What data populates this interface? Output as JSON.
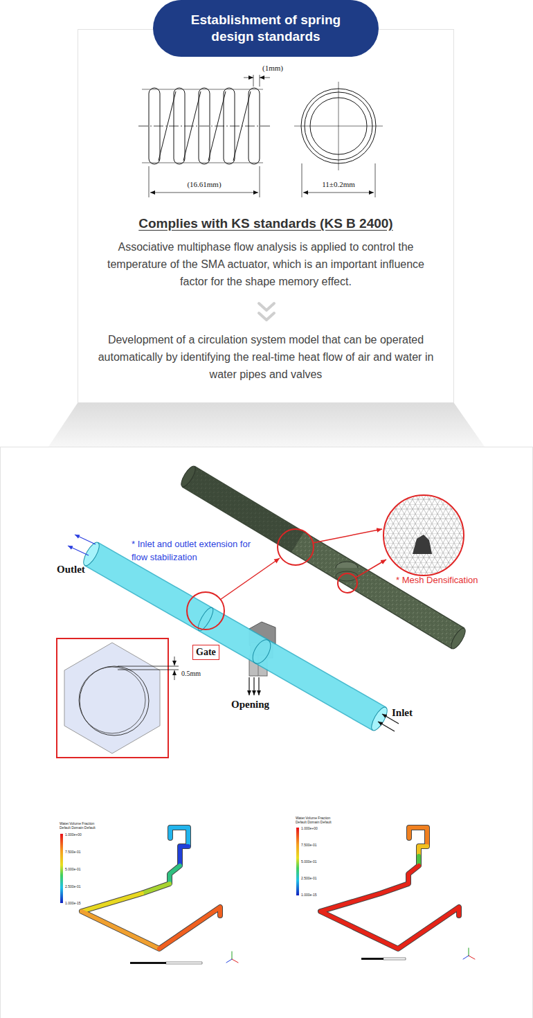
{
  "diagram": {
    "nodes": [
      {
        "text": [
          "Establishment of spring design standards"
        ]
      },
      {
        "text": [
          "Complies with KS standards (KS B 2400)",
          "Associative multiphase flow analysis is applied to control the temperature of the SMA actuator, which is an important influence factor for the shape memory effect.",
          "Development of a circulation system model that can be operated automatically by identifying the real-time heat flow of air and water in water pipes and valves"
        ]
      },
      {
        "text": [
          "Gate"
        ]
      }
    ],
    "labels": [
      "(1mm)",
      "(16.61mm)",
      "11±0.2mm",
      "Outlet",
      "* Inlet and outlet extension for flow stabilization",
      "* Mesh Densification",
      "0.5mm",
      "Opening",
      "Inlet",
      "Water.Volume Fraction",
      "Default Domain Default",
      "1.000e+00",
      "7.500e-01",
      "5.000e-01",
      "2.500e-01",
      "1.000e-15",
      "Water.Volume Fraction",
      "Default Domain Default",
      "1.000e+00",
      "7.500e-01",
      "5.000e-01",
      "2.500e-01",
      "1.000e-15"
    ]
  }
}
